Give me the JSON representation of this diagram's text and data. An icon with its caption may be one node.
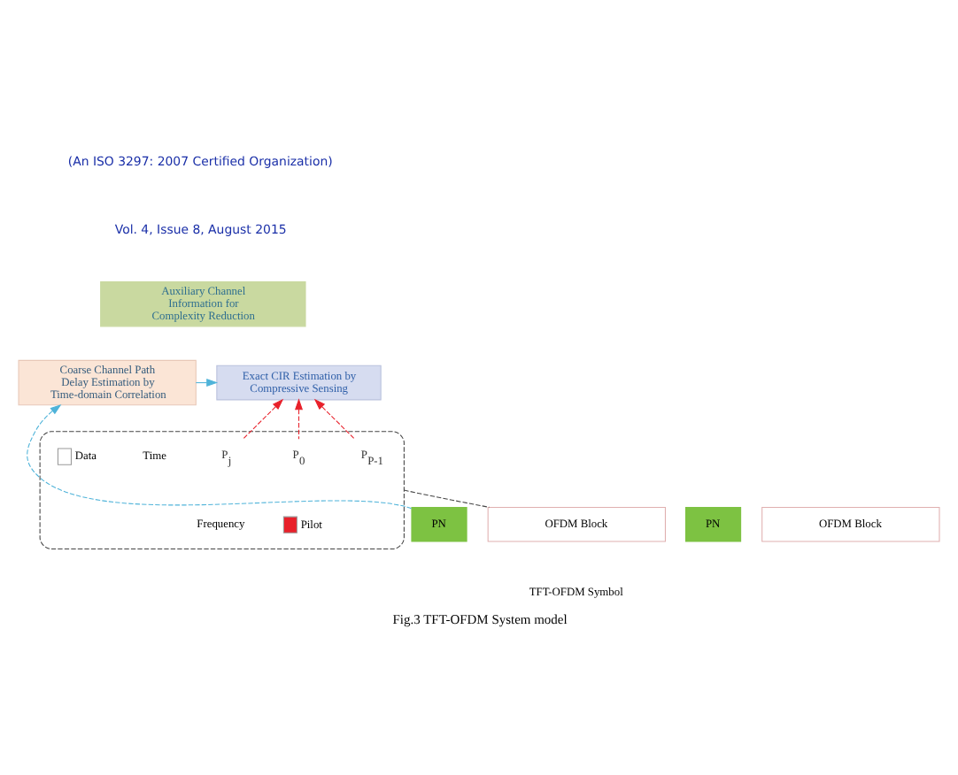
{
  "diagram": {
    "caption": "Fig.3 TFT-OFDM System model",
    "nodes": [
      {
        "text": [
          "Auxiliary Channel Information for Complexity Reduction"
        ]
      },
      {
        "text": [
          "Coarse Channel Path Delay Estimation by Time-domain Correlation"
        ]
      },
      {
        "text": [
          "Exact CIR Estimation by Compressive Sensing"
        ]
      },
      {
        "text": [],
        "shape": "box"
      },
      {
        "text": [
          "P$_{0}$"
        ],
        "in": 3
      },
      {
        "text": [
          "P$_{j}$"
        ],
        "in": 3
      },
      {
        "text": [
          "P$_{P-1}$"
        ],
        "in": 3
      },
      {
        "text": [
          "PN"
        ]
      },
      {
        "text": [
          "OFDM Block"
        ]
      },
      {
        "text": [
          "PN"
        ]
      },
      {
        "text": [
          "OFDM Block"
        ]
      }
    ],
    "edges": [
      {
        "from": 1,
        "to": 2,
        "arrow": "to",
        "color": "#4fb3d9"
      },
      {
        "from": 7,
        "to": 1,
        "arrow": "to",
        "style": "dashed",
        "color": "#4fb3d9"
      },
      {
        "from": 4,
        "to": 2,
        "arrow": "to",
        "style": "dashed"
      },
      {
        "from": 5,
        "to": 2,
        "arrow": "to",
        "style": "dashed"
      },
      {
        "from": 6,
        "to": 2,
        "arrow": "to",
        "style": "dashed"
      },
      {
        "from": 3,
        "to": 8,
        "arrow": "none",
        "style": "dashed",
        "color": "#444444"
      }
    ],
    "labels": [
      "(An ISO 3297: 2007 Certified Organization)",
      "Vol. 4, Issue 8, August 2015",
      "Time",
      "Frequency",
      "TFT-OFDM Symbol"
    ],
    "legend": [
      {
        "text": "Pilot",
        "color": "#e8202a"
      },
      {
        "text": "Data",
        "color": "#ffffff"
      }
    ]
  }
}
